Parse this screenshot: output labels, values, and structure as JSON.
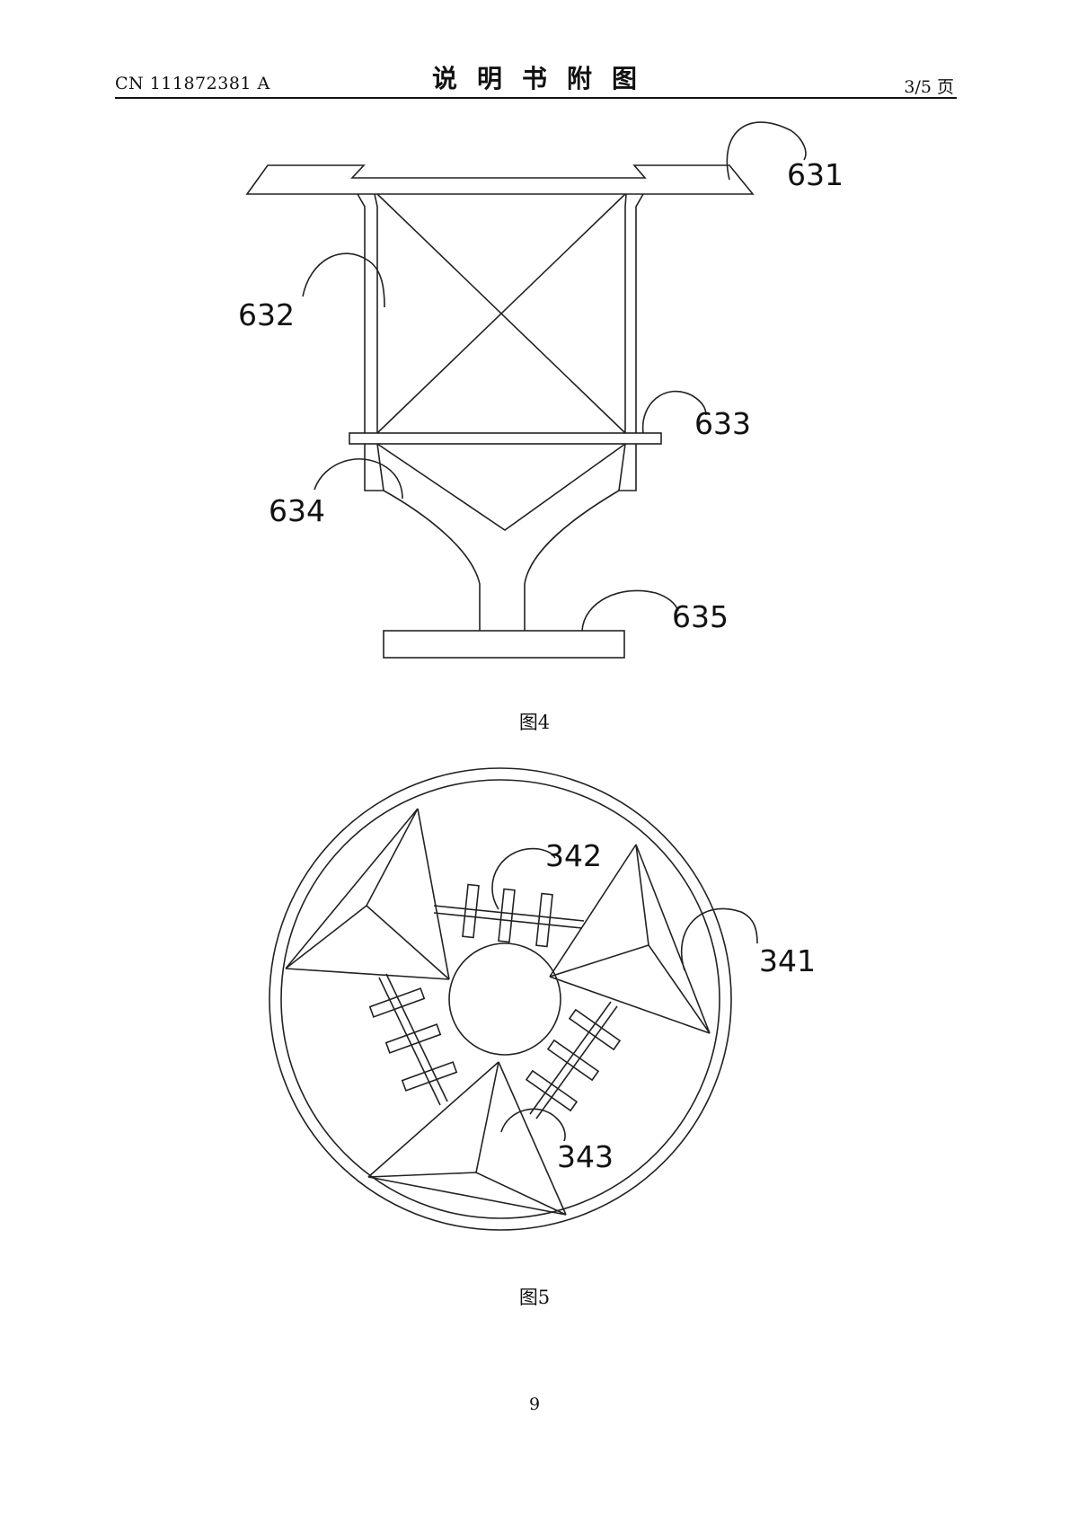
{
  "header": {
    "doc_id": "CN 111872381 A",
    "title": "说明书附图",
    "page_info": "3/5 页"
  },
  "figure4": {
    "caption": "图4",
    "labels": {
      "l631": "631",
      "l632": "632",
      "l633": "633",
      "l634": "634",
      "l635": "635"
    }
  },
  "figure5": {
    "caption": "图5",
    "labels": {
      "l341": "341",
      "l342": "342",
      "l343": "343"
    }
  },
  "footer": {
    "page_number": "9"
  }
}
